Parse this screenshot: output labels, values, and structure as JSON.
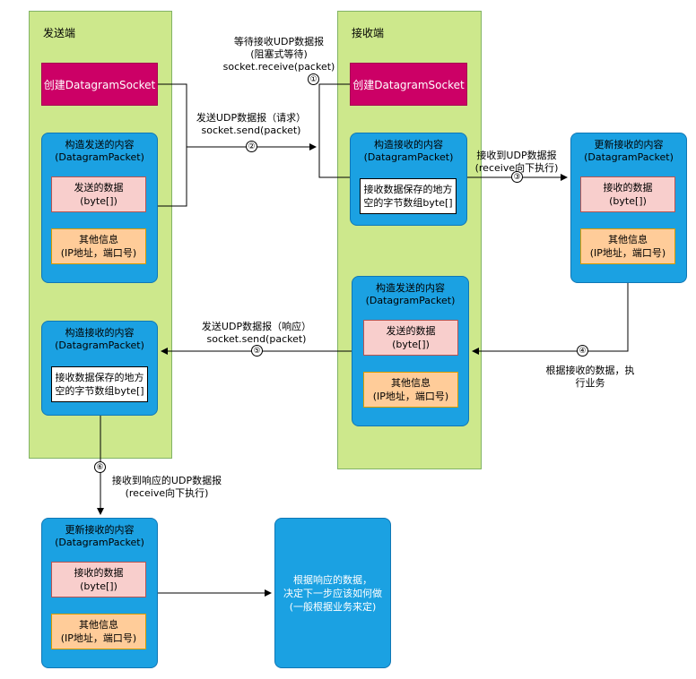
{
  "sender_lane": {
    "title": "发送端"
  },
  "receiver_lane": {
    "title": "接收端"
  },
  "create_socket_label": "创建DatagramSocket",
  "sender_send_packet": {
    "title_line1": "构造发送的内容",
    "title_line2": "(DatagramPacket)",
    "data_line1": "发送的数据",
    "data_line2": "(byte[])",
    "info_line1": "其他信息",
    "info_line2": "(IP地址，端口号)"
  },
  "receiver_recv_packet": {
    "title_line1": "构造接收的内容",
    "title_line2": "(DatagramPacket)",
    "buffer_line1": "接收数据保存的地方",
    "buffer_line2": "空的字节数组byte[]"
  },
  "receiver_updated_packet": {
    "title_line1": "更新接收的内容",
    "title_line2": "(DatagramPacket)",
    "data_line1": "接收的数据",
    "data_line2": "(byte[])",
    "info_line1": "其他信息",
    "info_line2": "(IP地址，端口号)"
  },
  "receiver_send_packet": {
    "title_line1": "构造发送的内容",
    "title_line2": "(DatagramPacket)",
    "data_line1": "发送的数据",
    "data_line2": "(byte[])",
    "info_line1": "其他信息",
    "info_line2": "(IP地址，端口号)"
  },
  "sender_recv_packet": {
    "title_line1": "构造接收的内容",
    "title_line2": "(DatagramPacket)",
    "buffer_line1": "接收数据保存的地方",
    "buffer_line2": "空的字节数组byte[]"
  },
  "sender_updated_packet": {
    "title_line1": "更新接收的内容",
    "title_line2": "(DatagramPacket)",
    "data_line1": "接收的数据",
    "data_line2": "(byte[])",
    "info_line1": "其他信息",
    "info_line2": "(IP地址，端口号)"
  },
  "final_box": {
    "line1": "根据响应的数据，",
    "line2": "决定下一步应该如何做",
    "line3": "(一般根据业务来定)"
  },
  "step1": {
    "num": "①",
    "line1": "等待接收UDP数据报",
    "line2": "(阻塞式等待)",
    "line3": "socket.receive(packet)"
  },
  "step2": {
    "num": "②",
    "line1": "发送UDP数据报（请求）",
    "line2": "socket.send(packet)"
  },
  "step3": {
    "num": "③",
    "line1": "接收到UDP数据报",
    "line2": "(receive向下执行)"
  },
  "step4": {
    "num": "④",
    "line1": "根据接收的数据，执",
    "line2": "行业务"
  },
  "step5": {
    "num": "⑤",
    "line1": "发送UDP数据报（响应）",
    "line2": "socket.send(packet)"
  },
  "step6": {
    "num": "⑥",
    "line1": "接收到响应的UDP数据报",
    "line2": "(receive向下执行)"
  }
}
